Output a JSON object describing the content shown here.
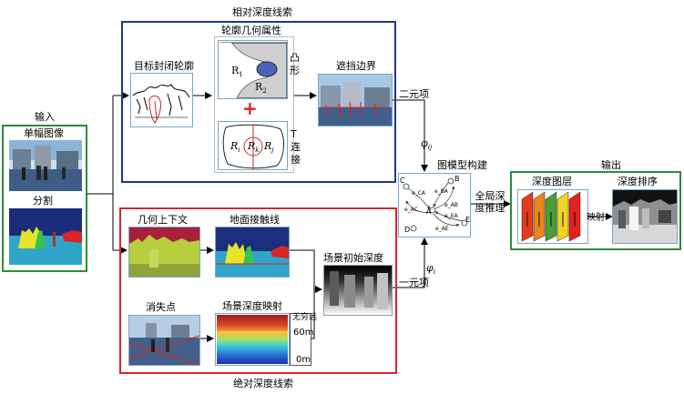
{
  "input": {
    "title": "输入",
    "single_image": "单幅图像",
    "segmentation": "分割"
  },
  "relative": {
    "title": "相对深度线索",
    "closed_contour": "目标封闭轮廓",
    "contour_geometry": "轮廓几何属性",
    "convex_label": "凸形",
    "t_junction_label": "T连接",
    "region_r1": "R",
    "region_r1_sub": "1",
    "region_r2": "R",
    "region_r2_sub": "2",
    "region_ri": "R",
    "region_ri_sub": "i",
    "region_rk": "R",
    "region_rk_sub": "k",
    "region_rj": "R",
    "region_rj_sub": "j",
    "plus": "+",
    "occlusion_boundary": "遮挡边界"
  },
  "absolute": {
    "title": "绝对深度线索",
    "geometric_context": "几何上下文",
    "ground_contact": "地面接触线",
    "vanishing_point": "消失点",
    "depth_mapping": "场景深度映射",
    "scale_infinity": "无穷远",
    "scale_60m": "60m",
    "scale_0m": "0m",
    "initial_depth": "场景初始深度"
  },
  "graph": {
    "title": "图模型构建",
    "binary_term": "二元项",
    "unary_term": "一元项",
    "phi_ij": "φ",
    "phi_ij_sub": "ij",
    "phi_i": "φ",
    "phi_i_sub": "i",
    "global_inference": "全局深度推理",
    "node_labels": [
      "A",
      "B",
      "C",
      "D",
      "E"
    ],
    "edge_labels": [
      "e_CA",
      "e_BA",
      "e_AC",
      "e_AB",
      "e_EA",
      "e_AE"
    ]
  },
  "output": {
    "title": "输出",
    "depth_layers": "深度图层",
    "depth_order": "深度排序",
    "mapping": "映射",
    "layer_colors": [
      "#e53a1c",
      "#e8851f",
      "#4a9e35",
      "#f0d420",
      "#e52020"
    ]
  }
}
